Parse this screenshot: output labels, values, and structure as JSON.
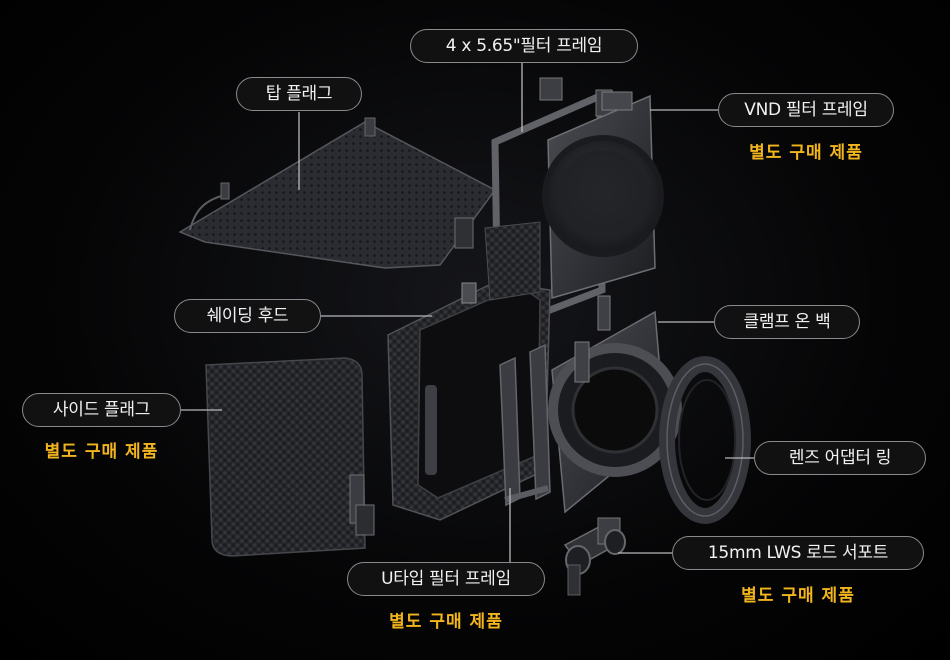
{
  "labels": {
    "filter_frame_4x565": "4 x 5.65\"필터 프레임",
    "top_flag": "탑 플래그",
    "vnd_filter_frame": "VND 필터 프레임",
    "shading_hood": "쉐이딩 후드",
    "clamp_on_back": "클램프 온 백",
    "side_flag": "사이드 플래그",
    "lens_adapter_ring": "렌즈 어댑터 링",
    "rod_support": "15mm LWS 로드 서포트",
    "u_type_filter_frame": "U타입 필터 프레임"
  },
  "notes": {
    "vnd_sold_separately": "별도 구매 제품",
    "side_flag_sold_separately": "별도 구매 제품",
    "rod_sold_separately": "별도 구매 제품",
    "u_type_sold_separately": "별도 구매 제품"
  },
  "colors": {
    "background": "#000000",
    "pill_border": "#8a8a8e",
    "pill_text": "#f2f2f2",
    "note_text": "#f2b51e"
  }
}
